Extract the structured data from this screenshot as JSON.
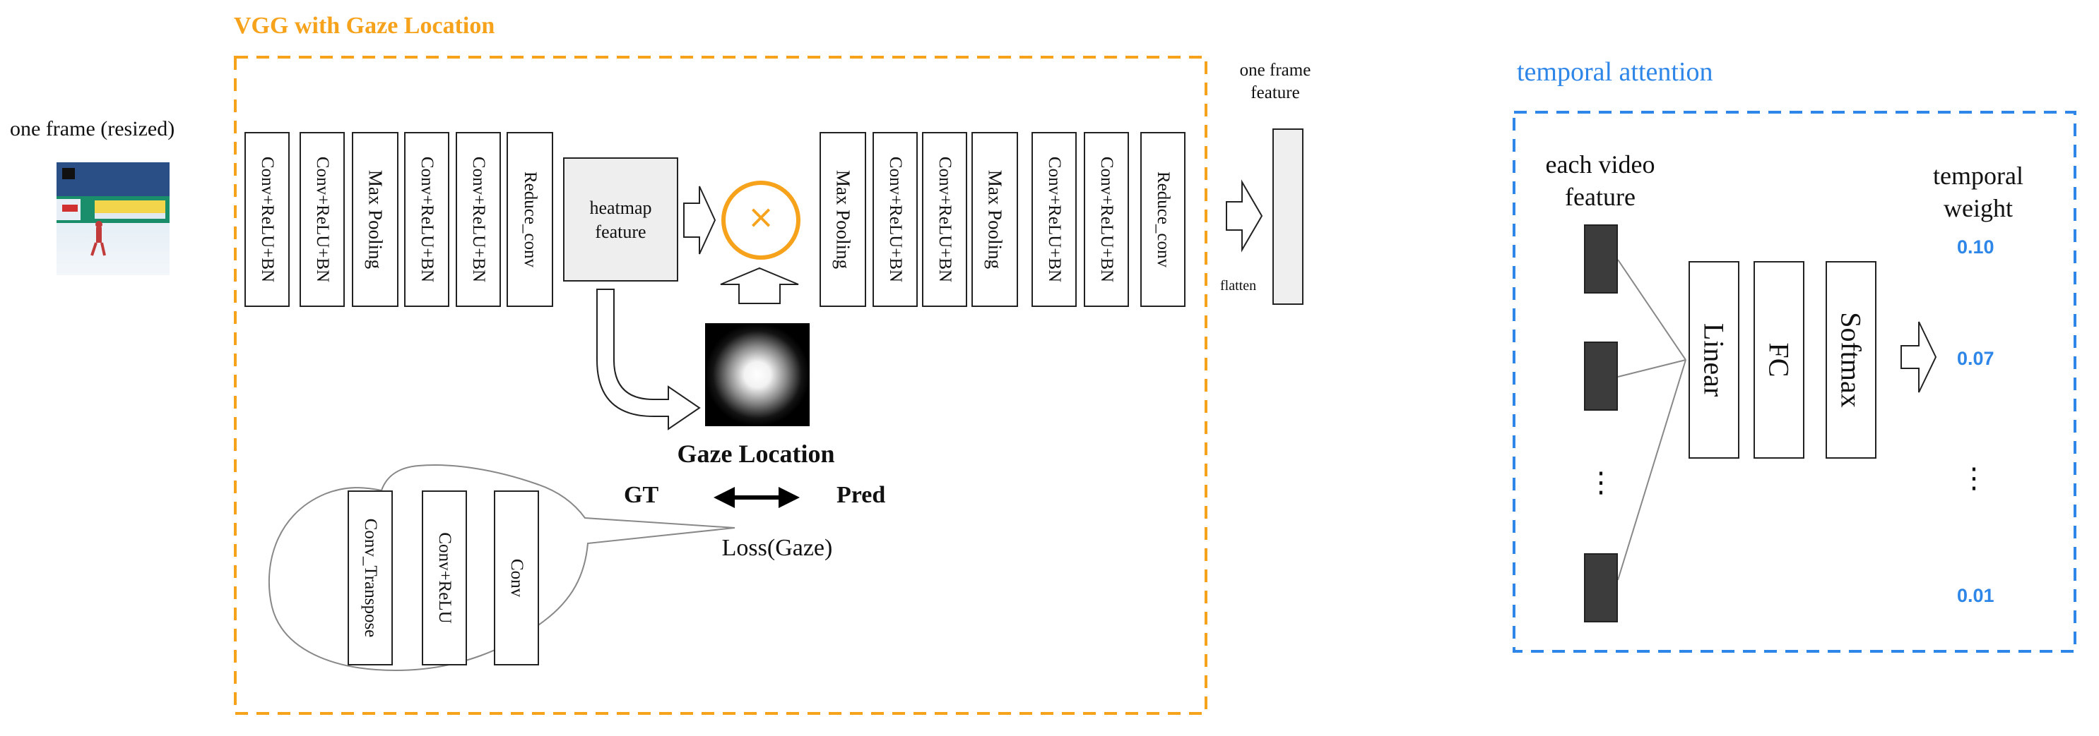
{
  "colors": {
    "vgg_accent": "#f7a21b",
    "attention_accent": "#2e86e8",
    "weight_value": "#2e86e8",
    "box_stroke": "#222222",
    "heatmap_fill": "#eeeeee",
    "feature_swatch": "#3c3c3c"
  },
  "input": {
    "label": "one frame (resized)",
    "image_icon": "figure-skater-thumbnail"
  },
  "vgg": {
    "title": "VGG with Gaze Location",
    "encoder_blocks": [
      "Conv+ReLU+BN",
      "Conv+ReLU+BN",
      "Max Pooling",
      "Conv+ReLU+BN",
      "Conv+ReLU+BN",
      "Reduce_conv"
    ],
    "heatmap_label": [
      "heatmap",
      "feature"
    ],
    "multiply_symbol": "×",
    "post_blocks": [
      "Max Pooling",
      "Conv+ReLU+BN",
      "Conv+ReLU+BN",
      "Max Pooling",
      "Conv+ReLU+BN",
      "Conv+ReLU+BN",
      "Reduce_conv"
    ],
    "flatten_label": "flatten",
    "output_label": [
      "one frame",
      "feature"
    ],
    "gaze_title": "Gaze Location",
    "gt_label": "GT",
    "pred_label": "Pred",
    "loss_label": "Loss(Gaze)",
    "decoder_blocks": [
      "Conv_Transpose",
      "Conv+ReLU",
      "Conv"
    ]
  },
  "attention": {
    "title": "temporal attention",
    "input_label": [
      "each video",
      "feature"
    ],
    "blocks": [
      "Linear",
      "FC",
      "Softmax"
    ],
    "weight_label": [
      "temporal",
      "weight"
    ],
    "weights": [
      "0.10",
      "0.07",
      "0.01"
    ],
    "ellipsis": "⋮"
  }
}
